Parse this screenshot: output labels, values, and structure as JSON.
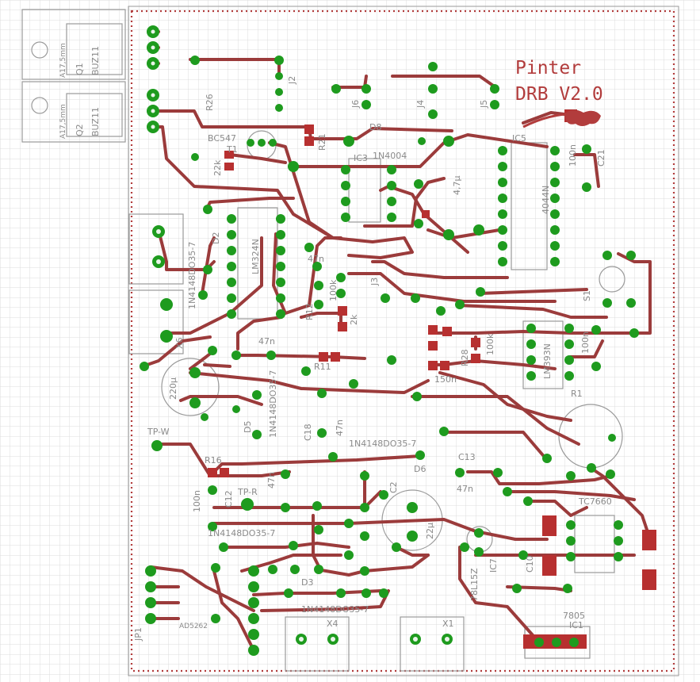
{
  "board": {
    "title_line1": "Pinter",
    "title_line2": "DRB  V2.0",
    "colors": {
      "background": "#ffffff",
      "grid": "#d9d9d9",
      "trace": "#9b3b3b",
      "pad": "#1e9b1e",
      "smd": "#b73030",
      "outline_dots": "#b23c3c",
      "silkscreen": "#8a8a8a"
    }
  },
  "labels": [
    {
      "id": "q1",
      "text": "Q1"
    },
    {
      "id": "q1-val",
      "text": "BUZ11"
    },
    {
      "id": "q1-hs",
      "text": "A17,5mm"
    },
    {
      "id": "q2",
      "text": "Q2"
    },
    {
      "id": "q2-val",
      "text": "BUZ11"
    },
    {
      "id": "q2-hs",
      "text": "A17,5mm"
    },
    {
      "id": "r26",
      "text": "R26"
    },
    {
      "id": "j2",
      "text": "J2"
    },
    {
      "id": "j6",
      "text": "J6"
    },
    {
      "id": "j4",
      "text": "J4"
    },
    {
      "id": "j5",
      "text": "J5"
    },
    {
      "id": "bc547",
      "text": "BC547"
    },
    {
      "id": "t1",
      "text": "T1"
    },
    {
      "id": "r21",
      "text": "R21"
    },
    {
      "id": "d8-part",
      "text": "D8"
    },
    {
      "id": "d8-val",
      "text": "1N4004"
    },
    {
      "id": "ic3",
      "text": "IC3"
    },
    {
      "id": "ic5",
      "text": "IC5"
    },
    {
      "id": "ic5-val",
      "text": "4044N"
    },
    {
      "id": "c21-val",
      "text": "100n"
    },
    {
      "id": "c21",
      "text": "C21"
    },
    {
      "id": "r22k",
      "text": "22k"
    },
    {
      "id": "d2",
      "text": "D2"
    },
    {
      "id": "lm324",
      "text": "LM324N"
    },
    {
      "id": "c4u7",
      "text": "4,7µ"
    },
    {
      "id": "c47",
      "text": "47n"
    },
    {
      "id": "j3",
      "text": "J3"
    },
    {
      "id": "r12-val",
      "text": "100k"
    },
    {
      "id": "r12",
      "text": "R12"
    },
    {
      "id": "r2k",
      "text": "2k"
    },
    {
      "id": "x6-val",
      "text": "1N4148DO35-7"
    },
    {
      "id": "x6",
      "text": "X6"
    },
    {
      "id": "s1",
      "text": "S1"
    },
    {
      "id": "r28",
      "text": "R28"
    },
    {
      "id": "r100k",
      "text": "100k"
    },
    {
      "id": "lm393",
      "text": "LM393N"
    },
    {
      "id": "c100n-r",
      "text": "100n"
    },
    {
      "id": "c220u",
      "text": "220µ"
    },
    {
      "id": "c47n-b",
      "text": "47n"
    },
    {
      "id": "r11",
      "text": "R11"
    },
    {
      "id": "c150n",
      "text": "150n"
    },
    {
      "id": "r1",
      "text": "R1"
    },
    {
      "id": "d5-val",
      "text": "1N4148DO35-7"
    },
    {
      "id": "d5",
      "text": "D5"
    },
    {
      "id": "c18",
      "text": "C18"
    },
    {
      "id": "c18-val",
      "text": "47n"
    },
    {
      "id": "tp-w",
      "text": "TP-W"
    },
    {
      "id": "d6-val",
      "text": "1N4148DO35-7"
    },
    {
      "id": "d6",
      "text": "D6"
    },
    {
      "id": "c13",
      "text": "C13"
    },
    {
      "id": "c13-val",
      "text": "47n"
    },
    {
      "id": "r16",
      "text": "R16"
    },
    {
      "id": "tp-r",
      "text": "TP-R"
    },
    {
      "id": "c12",
      "text": "C12"
    },
    {
      "id": "c12-val",
      "text": "100n"
    },
    {
      "id": "c9-val",
      "text": "47n"
    },
    {
      "id": "c2",
      "text": "C2"
    },
    {
      "id": "c2-val",
      "text": "22µ"
    },
    {
      "id": "tc7660",
      "text": "TC7660"
    },
    {
      "id": "d1-val",
      "text": "1N4148DO35-7"
    },
    {
      "id": "c10",
      "text": "C10"
    },
    {
      "id": "ic7",
      "text": "IC7"
    },
    {
      "id": "ic7-val",
      "text": "78L15Z"
    },
    {
      "id": "ad5262",
      "text": "AD5262"
    },
    {
      "id": "d3",
      "text": "D3"
    },
    {
      "id": "d3-val",
      "text": "1N4148DO35-7"
    },
    {
      "id": "x4",
      "text": "X4"
    },
    {
      "id": "x1",
      "text": "X1"
    },
    {
      "id": "7805",
      "text": "7805"
    },
    {
      "id": "ic1",
      "text": "IC1"
    },
    {
      "id": "jp1",
      "text": "JP1"
    }
  ]
}
